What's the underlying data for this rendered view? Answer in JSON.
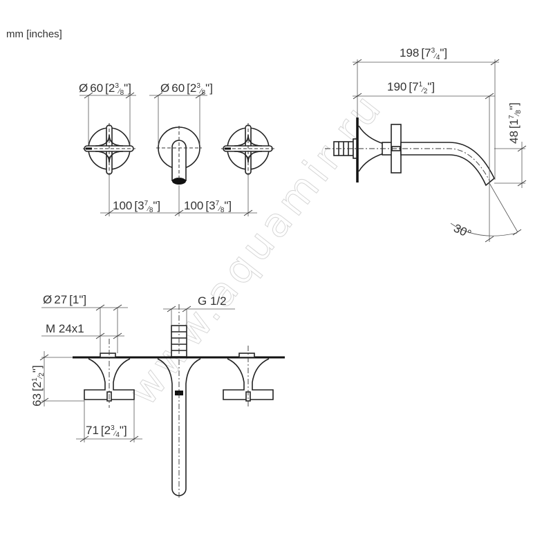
{
  "units_label": "mm [inches]",
  "watermark": "www.aquamir.ru",
  "front_view": {
    "handle_left_diameter": {
      "mm": "60",
      "in_whole": "2",
      "in_num": "3",
      "in_den": "8"
    },
    "spout_plate_diameter": {
      "mm": "60",
      "in_whole": "2",
      "in_num": "3",
      "in_den": "8"
    },
    "spacing_left": {
      "mm": "100",
      "in_whole": "3",
      "in_num": "7",
      "in_den": "8"
    },
    "spacing_right": {
      "mm": "100",
      "in_whole": "3",
      "in_num": "7",
      "in_den": "8"
    }
  },
  "side_view": {
    "overall_length": {
      "mm": "198",
      "in_whole": "7",
      "in_num": "3",
      "in_den": "4"
    },
    "spout_projection": {
      "mm": "190",
      "in_whole": "7",
      "in_num": "1",
      "in_den": "2"
    },
    "spout_drop": {
      "mm": "48",
      "in_whole": "1",
      "in_num": "7",
      "in_den": "8"
    },
    "outlet_angle": "30°"
  },
  "top_view": {
    "valve_diameter": {
      "mm": "27",
      "inch": "1\""
    },
    "valve_thread": "M 24x1",
    "spout_thread": "G 1/2",
    "handle_height": {
      "mm": "63",
      "in_whole": "2",
      "in_num": "1",
      "in_den": "2"
    },
    "handle_width": {
      "mm": "71",
      "in_whole": "2",
      "in_num": "3",
      "in_den": "4"
    }
  }
}
